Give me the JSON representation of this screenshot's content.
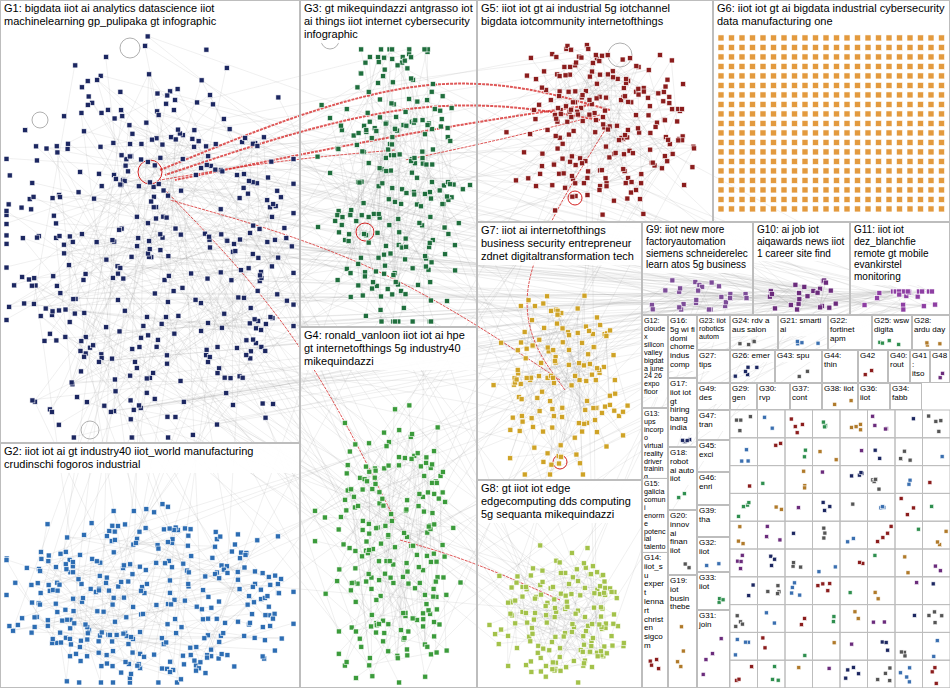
{
  "diagram": {
    "nodes": [
      {
        "text": [
          "G1: bigdata iiot ai analytics datascience iiot machinelearning gp_pulipaka gt infographic"
        ]
      },
      {
        "text": [
          "G3: gt mikequindazzi antgrasso iot ai things iiot internet cybersecurity infographic"
        ]
      },
      {
        "text": [
          "G5: iiot iot gt ai industrial 5g iotchannel bigdata iotcommunity internetofthings"
        ]
      },
      {
        "text": [
          "G6: iiot iot gt ai bigdata industrial cybersecurity data manufacturing one"
        ]
      },
      {
        "text": [
          "G7: iiot ai internetofthings business security entrepreneur zdnet digitaltransformation tech"
        ]
      },
      {
        "text": [
          "G9: iiot new more factoryautomation siemens schneiderelec learn atos 5g business"
        ]
      },
      {
        "text": [
          "G10: ai job iot aiqawards news iiot 1 career site find"
        ]
      },
      {
        "text": [
          "G11: iiot iot dez_blanchfie remote gt mobile evankirstel monitoring"
        ]
      },
      {
        "text": [
          "G4: ronald_vanloon iiot iot ai hpe gt internetofthings 5g industry40 mikequindazzi"
        ]
      },
      {
        "text": [
          "G2: iiot iot ai gt industry40 iiot_world manufacturing crudinschi fogoros industrial"
        ]
      },
      {
        "text": [
          "G8: gt iiot iot edge edgecomputing dds computing 5g sequanta mikequindazzi"
        ]
      },
      {
        "text": [
          "G12: cloudex silicon valley bigdata june 24 26 expo floor"
        ]
      },
      {
        "text": [
          "G16: 5g wi fi domi chorne indus comp"
        ]
      },
      {
        "text": [
          "G23: iiot robotics autom"
        ]
      },
      {
        "text": [
          "G24: rdv a aus salon"
        ]
      },
      {
        "text": [
          "G21: smarti ai"
        ]
      },
      {
        "text": [
          "G22: fortinet apm"
        ]
      },
      {
        "text": [
          "G25: wsw digita"
        ]
      },
      {
        "text": [
          "G28: ardu day"
        ]
      },
      {
        "text": [
          "G27: tips"
        ]
      },
      {
        "text": [
          "G26: emer"
        ]
      },
      {
        "text": [
          "G43: spu"
        ]
      },
      {
        "text": [
          "G44: thin"
        ]
      },
      {
        "text": [
          "G42"
        ]
      },
      {
        "text": [
          "G40: rout"
        ]
      },
      {
        "text": [
          "G41: itso"
        ]
      },
      {
        "text": [
          "G48"
        ]
      },
      {
        "text": [
          "G17: iiot iot gt hiring bang india"
        ]
      },
      {
        "text": [
          "G49: des"
        ]
      },
      {
        "text": [
          "G29: gen"
        ]
      },
      {
        "text": [
          "G30: rvp"
        ]
      },
      {
        "text": [
          "G37: cont"
        ]
      },
      {
        "text": [
          "G38: iiot"
        ]
      },
      {
        "text": [
          "G36: iiot"
        ]
      },
      {
        "text": [
          "G34: fabb"
        ]
      },
      {
        "text": [
          "G13: ups incorpo virtual reality driver training"
        ]
      },
      {
        "text": [
          "G47: tran"
        ]
      },
      {
        "text": [
          "G45: exci"
        ]
      },
      {
        "text": [
          "G18: robot ai auto iiot"
        ]
      },
      {
        "text": [
          "G46: enri"
        ]
      },
      {
        "text": [
          "G15: galicia comuni enorme potencial talento"
        ]
      },
      {
        "text": [
          "G39: tha"
        ]
      },
      {
        "text": [
          "G20: innov ai finan iiot"
        ]
      },
      {
        "text": [
          "G32: iiot"
        ]
      },
      {
        "text": [
          "G14: iiot_su expert lennart christen sigcom"
        ]
      },
      {
        "text": [
          "G33: iiot"
        ]
      },
      {
        "text": [
          "G19: iot busin thebe"
        ]
      },
      {
        "text": [
          "G31: join"
        ]
      }
    ]
  }
}
